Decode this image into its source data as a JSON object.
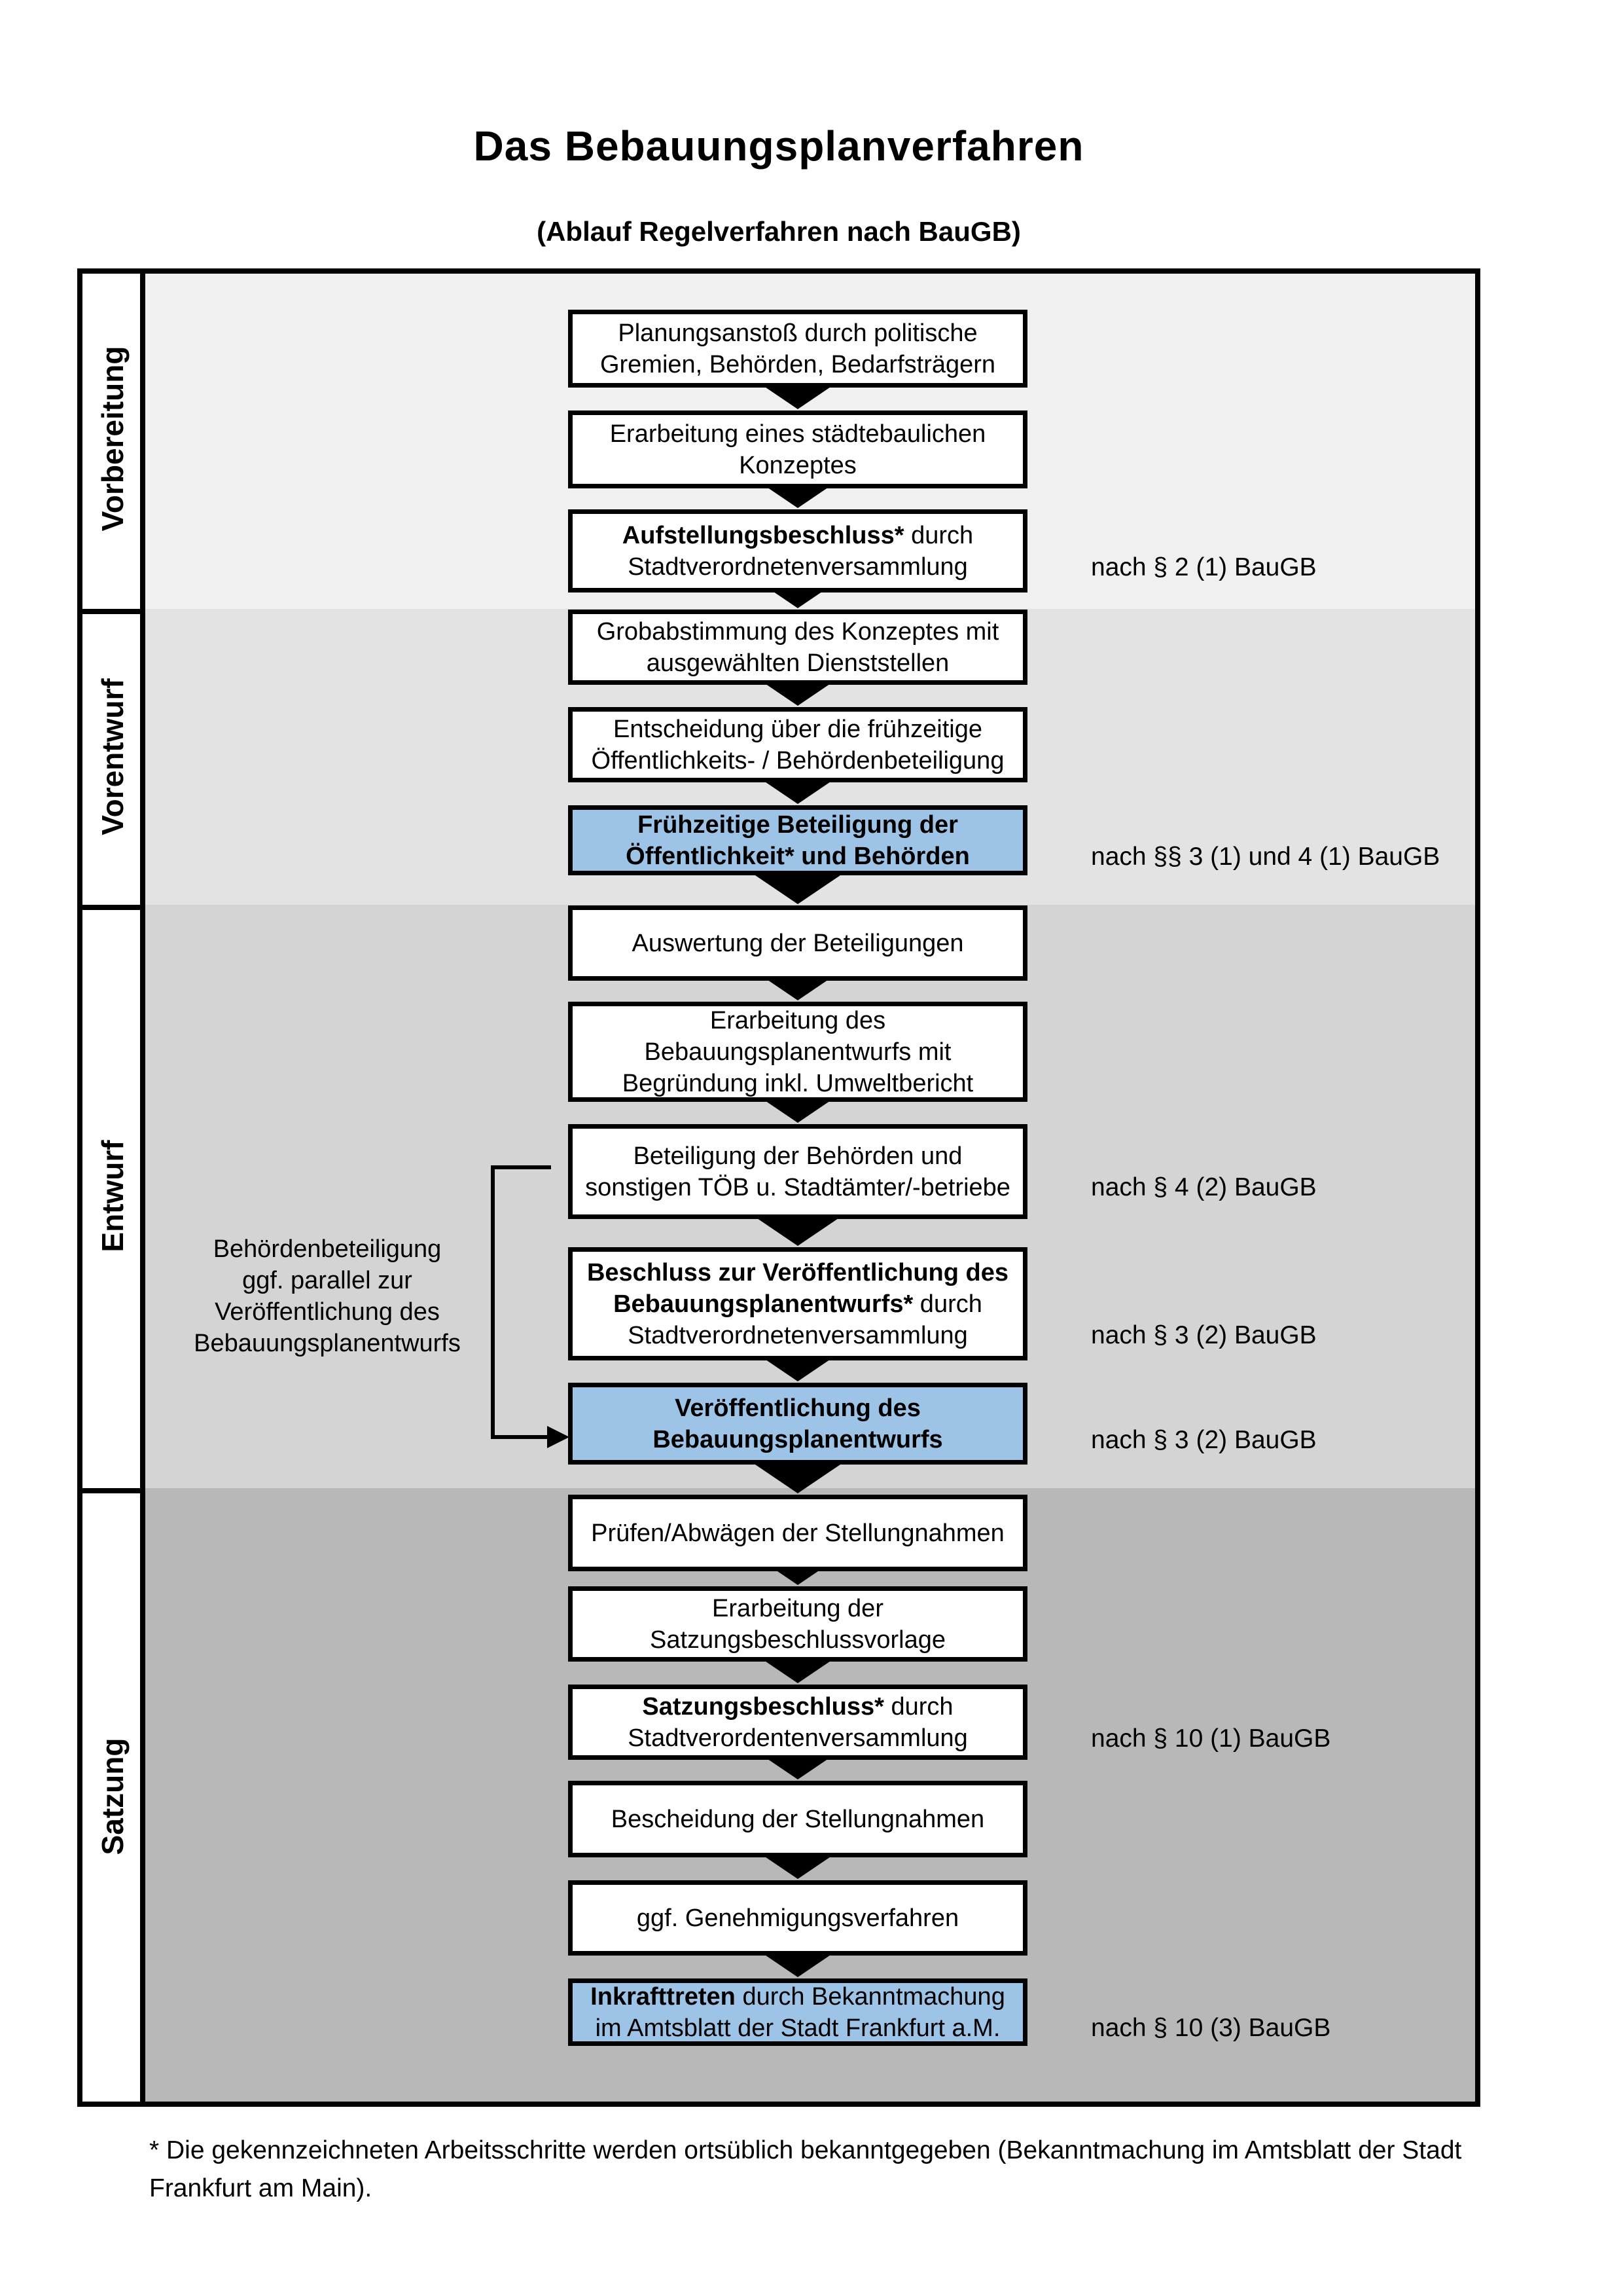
{
  "page": {
    "title": "Das Bebauungsplanverfahren",
    "subtitle": "(Ablauf Regelverfahren nach BauGB)",
    "footnote": "* Die gekennzeichneten Arbeitsschritte werden ortsüblich bekanntgegeben (Bekanntmachung im Amtsblatt  der Stadt\nFrankfurt am Main)."
  },
  "colors": {
    "band_vorbereitung": "#f0f0f0",
    "band_vorentwurf": "#e3e3e3",
    "band_entwurf": "#d4d4d4",
    "band_satzung": "#b8b8b8",
    "highlight_blue": "#9dc3e6",
    "line_black": "#000000"
  },
  "phases": {
    "vorbereitung": "Vorbereitung",
    "vorentwurf": "Vorentwurf",
    "entwurf": "Entwurf",
    "satzung": "Satzung"
  },
  "side_note": "Behördenbeteiligung\nggf. parallel zur\nVeröffentlichung des\nBebauungsplanentwurfs",
  "boxes": {
    "b1": {
      "bold": "",
      "rest": "Planungsanstoß durch politische\nGremien, Behörden, Bedarfsträgern"
    },
    "b2": {
      "bold": "",
      "rest": "Erarbeitung eines städtebaulichen\nKonzeptes"
    },
    "b3": {
      "bold": "Aufstellungsbeschluss*",
      "rest": " durch\nStadtverordnetenversammlung"
    },
    "b4": {
      "bold": "",
      "rest": "Grobabstimmung des Konzeptes mit\nausgewählten Dienststellen"
    },
    "b5": {
      "bold": "",
      "rest": "Entscheidung über die frühzeitige\nÖffentlichkeits- / Behördenbeteiligung"
    },
    "b6": {
      "bold": "Frühzeitige Beteiligung der\nÖffentlichkeit* und Behörden",
      "rest": ""
    },
    "b7": {
      "bold": "",
      "rest": "Auswertung der Beteiligungen"
    },
    "b8": {
      "bold": "",
      "rest": "Erarbeitung des\nBebauungsplanentwurfs mit\nBegründung inkl. Umweltbericht"
    },
    "b9": {
      "bold": "",
      "rest": "Beteiligung der Behörden und\nsonstigen TÖB u. Stadtämter/-betriebe"
    },
    "b10": {
      "bold": "Beschluss zur Veröffentlichung des\nBebauungsplanentwurfs*",
      "rest": " durch\nStadtverordnetenversammlung"
    },
    "b11": {
      "bold": "Veröffentlichung des\nBebauungsplanentwurfs",
      "rest": ""
    },
    "b12": {
      "bold": "",
      "rest": "Prüfen/Abwägen der Stellungnahmen"
    },
    "b13": {
      "bold": "",
      "rest": "Erarbeitung der\nSatzungsbeschlussvorlage"
    },
    "b14": {
      "bold": "Satzungsbeschluss*",
      "rest": " durch\nStadtverordentenversammlung"
    },
    "b15": {
      "bold": "",
      "rest": "Bescheidung der Stellungnahmen"
    },
    "b16": {
      "bold": "",
      "rest": "ggf. Genehmigungsverfahren"
    },
    "b17": {
      "bold": "Inkrafttreten",
      "rest": " durch Bekanntmachung\nim Amtsblatt der Stadt Frankfurt a.M."
    }
  },
  "refs": {
    "r3": "nach § 2 (1) BauGB",
    "r6": "nach §§ 3 (1) und 4 (1) BauGB",
    "r9": "nach § 4 (2) BauGB",
    "r10": "nach § 3 (2) BauGB",
    "r11": "nach § 3 (2) BauGB",
    "r14": "nach § 10 (1) BauGB",
    "r17": "nach § 10 (3) BauGB"
  }
}
